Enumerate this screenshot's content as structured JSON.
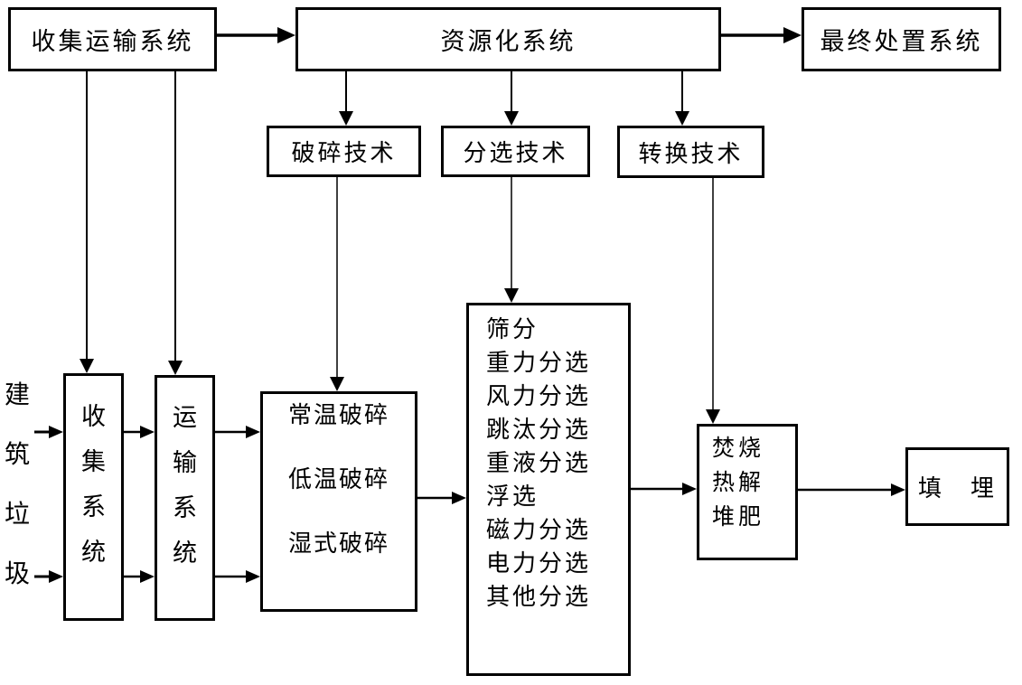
{
  "boxes": {
    "collect_transport": {
      "label": "收集运输系统"
    },
    "resource": {
      "label": "资源化系统"
    },
    "final_disposal": {
      "label": "最终处置系统"
    },
    "crush_tech": {
      "label": "破碎技术"
    },
    "sort_tech": {
      "label": "分选技术"
    },
    "convert_tech": {
      "label": "转换技术"
    },
    "collect_system": {
      "label": "收集系统"
    },
    "transport_system": {
      "label": "运输系统"
    },
    "crush_methods": {
      "lines": [
        "常温破碎",
        "低温破碎",
        "湿式破碎"
      ]
    },
    "sort_methods": {
      "lines": [
        "筛分",
        "重力分选",
        "风力分选",
        "跳汰分选",
        "重液分选",
        "浮选",
        "磁力分选",
        "电力分选",
        "其他分选"
      ]
    },
    "convert_methods": {
      "lines": [
        "焚烧",
        "热解",
        "堆肥"
      ]
    },
    "landfill": {
      "label": "填　埋"
    }
  },
  "side_label": {
    "text": "建筑垃圾"
  },
  "colors": {
    "line": "#000000",
    "background": "#ffffff",
    "box_fill": "#ffffff",
    "text": "#000000"
  }
}
